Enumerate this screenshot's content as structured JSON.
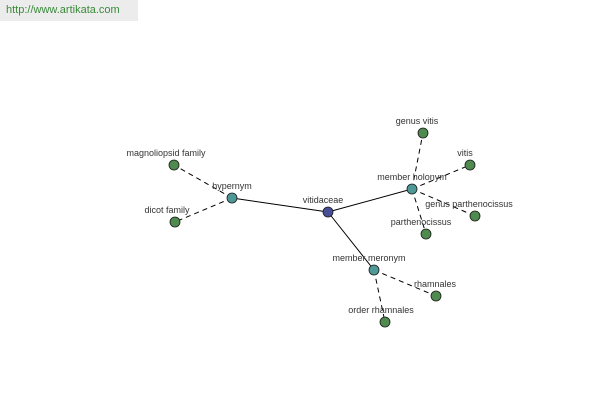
{
  "header": {
    "url_text": "http://www.artikata.com"
  },
  "colors": {
    "center_node": "#474d96",
    "relation_node": "#4f9898",
    "leaf_node": "#4f8a4f",
    "label_text": "#333333",
    "url_text": "#3a8a3a"
  },
  "graph": {
    "center": {
      "id": "vitidaceae",
      "label": "vitidaceae",
      "kind": "center"
    },
    "relations": [
      {
        "id": "hypernym",
        "label": "hypernym",
        "kind": "relation",
        "leaves": [
          {
            "id": "magnoliopsid-family",
            "label": "magnoliopsid family"
          },
          {
            "id": "dicot-family",
            "label": "dicot family"
          }
        ]
      },
      {
        "id": "member-holonym",
        "label": "member holonym",
        "kind": "relation",
        "leaves": [
          {
            "id": "genus-vitis",
            "label": "genus vitis"
          },
          {
            "id": "vitis",
            "label": "vitis"
          },
          {
            "id": "genus-parthenocissus",
            "label": "genus parthenocissus"
          },
          {
            "id": "parthenocissus",
            "label": "parthenocissus"
          }
        ]
      },
      {
        "id": "member-meronym",
        "label": "member meronym",
        "kind": "relation",
        "leaves": [
          {
            "id": "rhamnales",
            "label": "rhamnales"
          },
          {
            "id": "order-rhamnales",
            "label": "order rhamnales"
          }
        ]
      }
    ]
  }
}
